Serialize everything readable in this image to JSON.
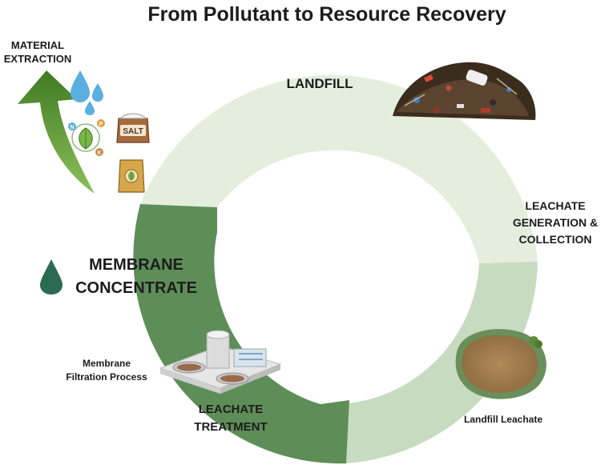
{
  "title": "From Pollutant to Resource Recovery",
  "stages": {
    "landfill": "LANDFILL",
    "leachate_generation": [
      "LEACHATE",
      "GENERATION &",
      "COLLECTION"
    ],
    "landfill_leachate": "Landfill Leachate",
    "leachate_treatment": [
      "LEACHATE",
      "TREATMENT"
    ],
    "membrane_filtration": [
      "Membrane",
      "Filtration Process"
    ],
    "membrane_concentrate": [
      "MEMBRANE",
      "CONCENTRATE"
    ],
    "material_extraction": [
      "MATERIAL",
      "EXTRACTION"
    ]
  },
  "icons": {
    "salt_bag_label": "SALT",
    "npk_letters": [
      "N",
      "P",
      "K"
    ]
  },
  "colors": {
    "ring_light": "#e5eedc",
    "ring_mid": "#c3d8bc",
    "ring_dark": "#5f8f5a",
    "arrow_green": "#4f8a2e",
    "water_blue": "#5aaee0",
    "drop_dark": "#2b6b52"
  }
}
